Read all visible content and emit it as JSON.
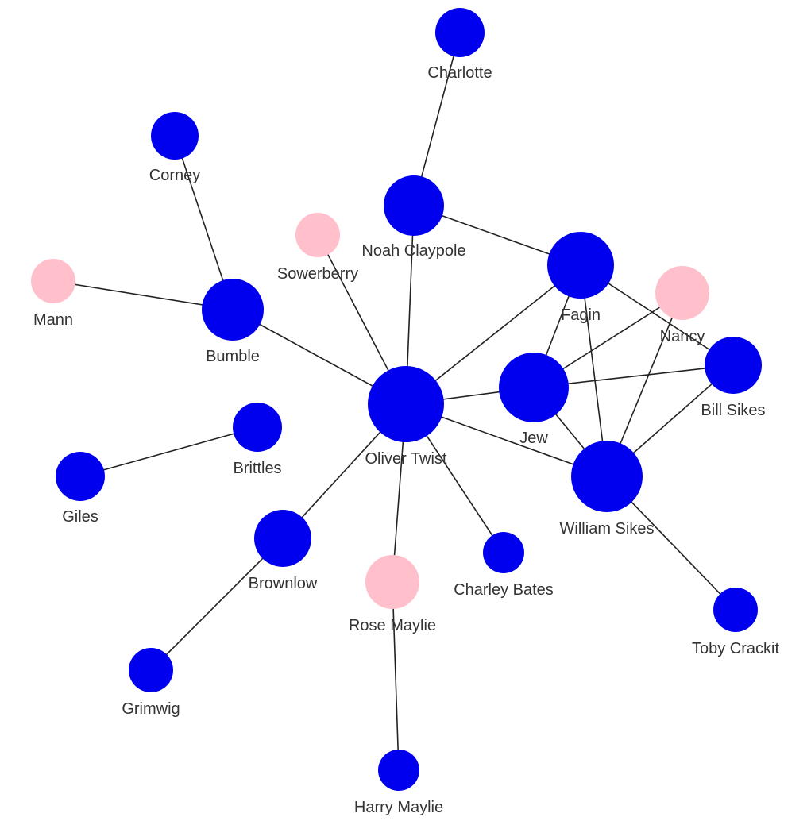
{
  "colors": {
    "male": "#0000ee",
    "female": "#ffc0cb",
    "edge": "#222222",
    "label": "#333333"
  },
  "nodes": [
    {
      "id": "charlotte",
      "label": "Charlotte",
      "group": "male"
    },
    {
      "id": "corney",
      "label": "Corney",
      "group": "male"
    },
    {
      "id": "noah",
      "label": "Noah Claypole",
      "group": "male"
    },
    {
      "id": "sowerberry",
      "label": "Sowerberry",
      "group": "female"
    },
    {
      "id": "mann",
      "label": "Mann",
      "group": "female"
    },
    {
      "id": "bumble",
      "label": "Bumble",
      "group": "male"
    },
    {
      "id": "fagin",
      "label": "Fagin",
      "group": "male"
    },
    {
      "id": "nancy",
      "label": "Nancy",
      "group": "female"
    },
    {
      "id": "billsikes",
      "label": "Bill Sikes",
      "group": "male"
    },
    {
      "id": "jew",
      "label": "Jew",
      "group": "male"
    },
    {
      "id": "oliver",
      "label": "Oliver Twist",
      "group": "male"
    },
    {
      "id": "brittles",
      "label": "Brittles",
      "group": "male"
    },
    {
      "id": "giles",
      "label": "Giles",
      "group": "male"
    },
    {
      "id": "williamsikes",
      "label": "William Sikes",
      "group": "male"
    },
    {
      "id": "brownlow",
      "label": "Brownlow",
      "group": "male"
    },
    {
      "id": "charley",
      "label": "Charley Bates",
      "group": "male"
    },
    {
      "id": "rose",
      "label": "Rose Maylie",
      "group": "female"
    },
    {
      "id": "toby",
      "label": "Toby Crackit",
      "group": "male"
    },
    {
      "id": "grimwig",
      "label": "Grimwig",
      "group": "male"
    },
    {
      "id": "harry",
      "label": "Harry Maylie",
      "group": "male"
    }
  ],
  "edges": [
    [
      "charlotte",
      "noah"
    ],
    [
      "corney",
      "bumble"
    ],
    [
      "mann",
      "bumble"
    ],
    [
      "bumble",
      "oliver"
    ],
    [
      "sowerberry",
      "oliver"
    ],
    [
      "noah",
      "oliver"
    ],
    [
      "noah",
      "fagin"
    ],
    [
      "fagin",
      "oliver"
    ],
    [
      "fagin",
      "jew"
    ],
    [
      "fagin",
      "williamsikes"
    ],
    [
      "fagin",
      "billsikes"
    ],
    [
      "nancy",
      "jew"
    ],
    [
      "nancy",
      "williamsikes"
    ],
    [
      "jew",
      "oliver"
    ],
    [
      "jew",
      "billsikes"
    ],
    [
      "jew",
      "williamsikes"
    ],
    [
      "billsikes",
      "williamsikes"
    ],
    [
      "oliver",
      "williamsikes"
    ],
    [
      "oliver",
      "brownlow"
    ],
    [
      "oliver",
      "rose"
    ],
    [
      "oliver",
      "charley"
    ],
    [
      "brownlow",
      "grimwig"
    ],
    [
      "rose",
      "harry"
    ],
    [
      "brittles",
      "giles"
    ],
    [
      "williamsikes",
      "toby"
    ]
  ]
}
